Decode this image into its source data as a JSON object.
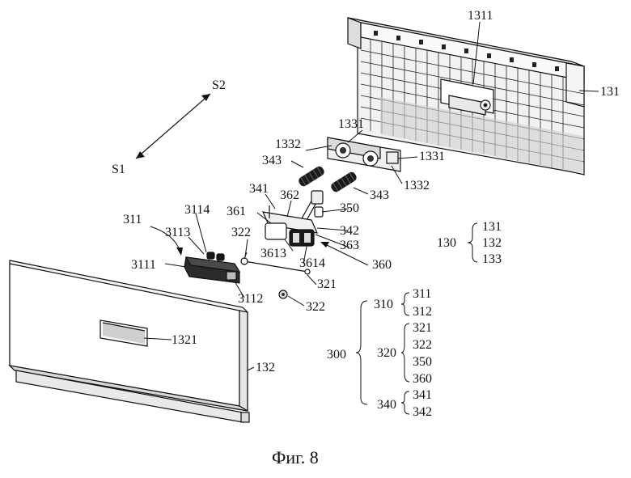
{
  "figure": {
    "caption": "Фиг. 8",
    "direction_labels": {
      "s1": "S1",
      "s2": "S2"
    }
  },
  "ref_labels": {
    "l1311": "1311",
    "l131": "131",
    "l1331a": "1331",
    "l1331b": "1331",
    "l1332a": "1332",
    "l1332b": "1332",
    "l343a": "343",
    "l343b": "343",
    "l341": "341",
    "l362": "362",
    "l350": "350",
    "l361": "361",
    "l342": "342",
    "l363": "363",
    "l311": "311",
    "l3114": "3114",
    "l3113": "3113",
    "l322a": "322",
    "l3613": "3613",
    "l3614": "3614",
    "l360": "360",
    "l3111": "3111",
    "l321": "321",
    "l3112": "3112",
    "l322b": "322",
    "l1321": "1321",
    "l132": "132"
  },
  "legend": {
    "g130": {
      "parent": "130",
      "children": [
        "131",
        "132",
        "133"
      ]
    },
    "g300": {
      "parent": "300"
    },
    "g310": {
      "parent": "310",
      "children": [
        "311",
        "312"
      ]
    },
    "g320": {
      "parent": "320",
      "children": [
        "321",
        "322",
        "350",
        "360"
      ]
    },
    "g340": {
      "parent": "340",
      "children": [
        "341",
        "342"
      ]
    }
  }
}
